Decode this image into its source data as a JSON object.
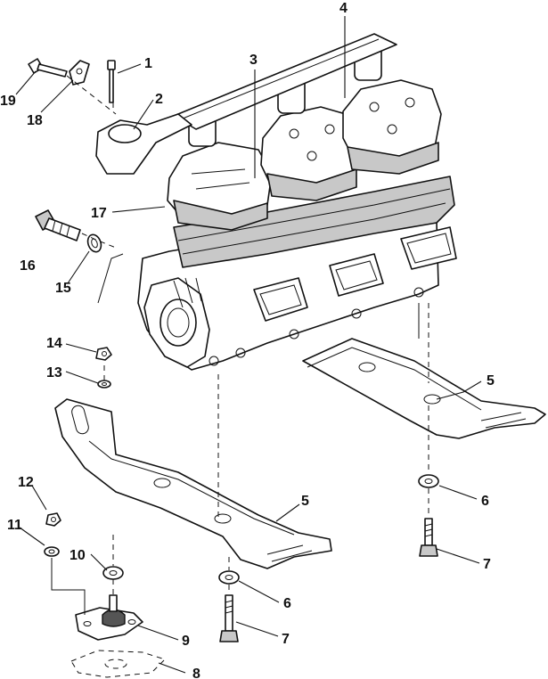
{
  "diagram": {
    "callouts": [
      {
        "id": "c1",
        "label": "1"
      },
      {
        "id": "c2",
        "label": "2"
      },
      {
        "id": "c3",
        "label": "3"
      },
      {
        "id": "c4",
        "label": "4"
      },
      {
        "id": "c5a",
        "label": "5"
      },
      {
        "id": "c5b",
        "label": "5"
      },
      {
        "id": "c6a",
        "label": "6"
      },
      {
        "id": "c6b",
        "label": "6"
      },
      {
        "id": "c7a",
        "label": "7"
      },
      {
        "id": "c7b",
        "label": "7"
      },
      {
        "id": "c8",
        "label": "8"
      },
      {
        "id": "c9",
        "label": "9"
      },
      {
        "id": "c10",
        "label": "10"
      },
      {
        "id": "c11",
        "label": "11"
      },
      {
        "id": "c12",
        "label": "12"
      },
      {
        "id": "c13",
        "label": "13"
      },
      {
        "id": "c14",
        "label": "14"
      },
      {
        "id": "c15",
        "label": "15"
      },
      {
        "id": "c16",
        "label": "16"
      },
      {
        "id": "c17",
        "label": "17"
      },
      {
        "id": "c18",
        "label": "18"
      },
      {
        "id": "c19",
        "label": "19"
      }
    ]
  }
}
